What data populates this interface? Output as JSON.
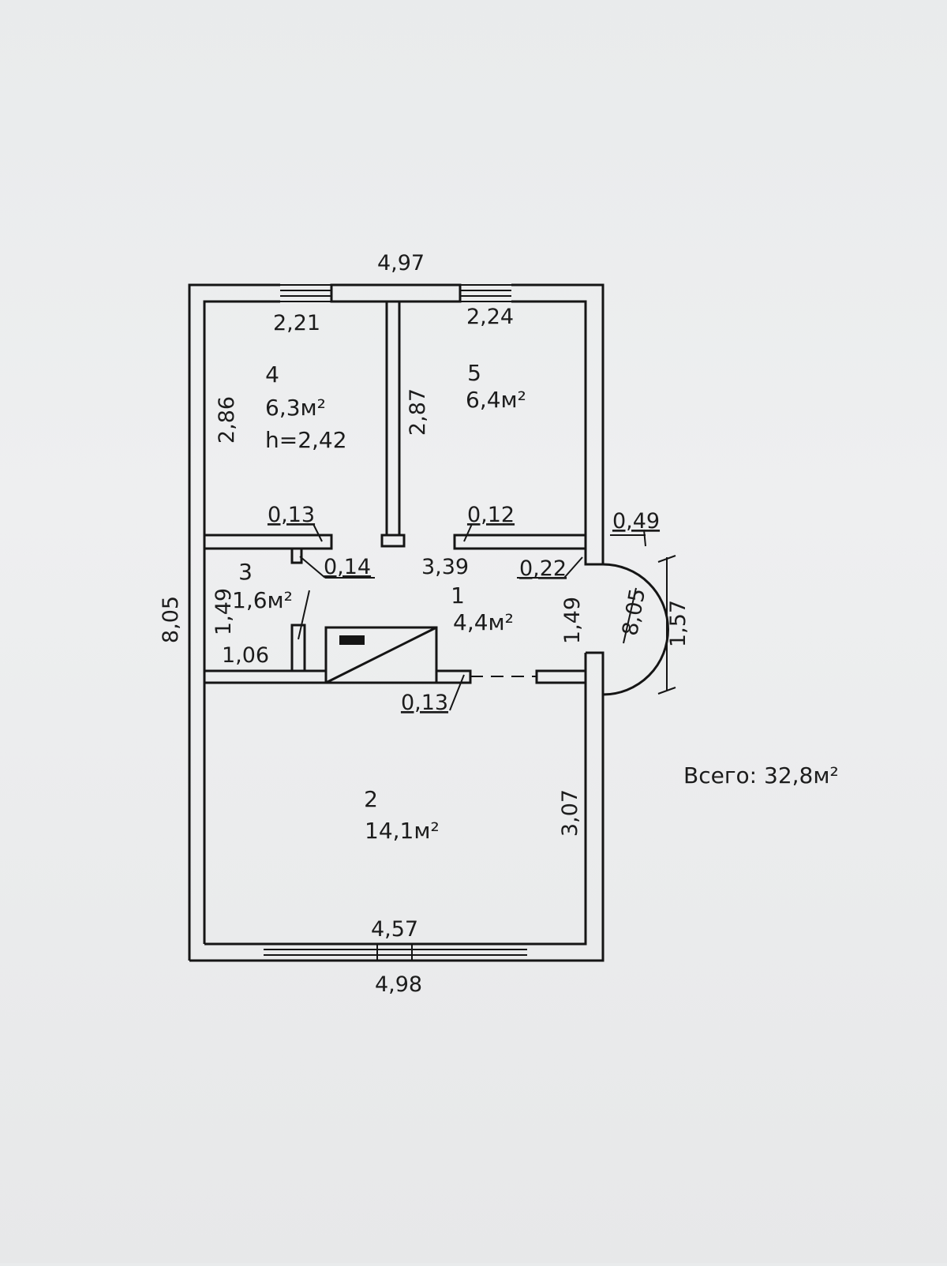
{
  "plan": {
    "dims": {
      "top_outer": "4,97",
      "top_left_window": "2,21",
      "top_right_window": "2,24",
      "left_total": "8,05",
      "room4_height": "2,86",
      "partition_45": "2,87",
      "wall_013_a": "0,13",
      "wall_012": "0,12",
      "wall_014": "0,14",
      "corridor_len": "3,39",
      "room3_height": "1,49",
      "room3_width": "1,06",
      "right_opening": "1,49",
      "porch_outer": "0,49",
      "wall_022": "0,22",
      "porch_arc": "8,05",
      "porch_depth": "1,57",
      "wall_013_b": "0,13",
      "room2_right": "3,07",
      "bottom_inner": "4,57",
      "bottom_outer": "4,98"
    },
    "rooms": {
      "r4": {
        "number": "4",
        "area": "6,3м²",
        "height": "h=2,42"
      },
      "r5": {
        "number": "5",
        "area": "6,4м²"
      },
      "r3": {
        "number": "3",
        "area": "1,6м²"
      },
      "r1": {
        "number": "1",
        "area": "4,4м²"
      },
      "r2": {
        "number": "2",
        "area": "14,1м²"
      }
    },
    "total": "Всего: 32,8м²"
  }
}
